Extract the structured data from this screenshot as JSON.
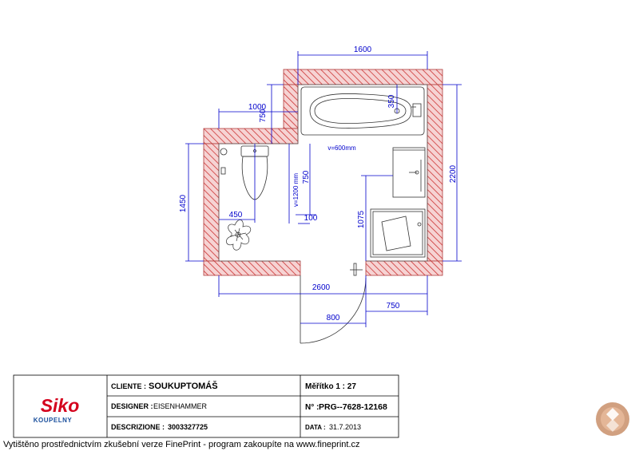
{
  "dimensions": {
    "top_width": "1600",
    "left_offset": "1000",
    "left_step": "750",
    "right_height": "2200",
    "left_height": "1450",
    "bath_depth": "350",
    "shower_height": "v=1200 mm",
    "mirror_height": "v=600mm",
    "wc_depth": "750",
    "wc_axis": "450",
    "wall_gap": "100",
    "cabinet_height": "1075",
    "total_width": "2600",
    "door_width": "800",
    "right_gap": "750"
  },
  "title_block": {
    "client_label": "CLIENTE :",
    "client_value": "SOUKUPTOMÁŠ",
    "scale_label": "Měřítko 1 : 27",
    "designer_label": "DESIGNER :",
    "designer_value": "EISENHAMMER",
    "number_label": "N° :",
    "number_value": "PRG--7628-12168",
    "description_label": "DESCRIZIONE :",
    "description_value": "3003327725",
    "date_label": "DATA :",
    "date_value": "31.7.2013",
    "brand_name": "Siko",
    "brand_sub": "KOUPELNY"
  },
  "footer_note": "Vytištěno prostřednictvím zkušební verze FinePrint - program  zakoupíte na www.fineprint.cz",
  "colors": {
    "wall_fill": "#f6d3d3",
    "wall_hatch": "#cc3333",
    "dimension": "#0000cc",
    "brand_red": "#d4001c",
    "brand_blue": "#1a4f9c"
  }
}
